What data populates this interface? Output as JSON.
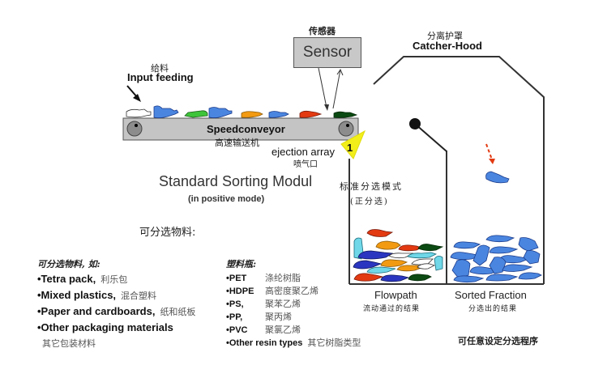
{
  "labels": {
    "input_feeding_zh": "给料",
    "input_feeding": "Input feeding",
    "sensor_zh": "传感器",
    "sensor": "Sensor",
    "catcher_hood_zh": "分离护罩",
    "catcher_hood": "Catcher-Hood",
    "conveyor": "Speedconveyor",
    "conveyor_zh": "高速输送机",
    "ejection_array": "ejection array",
    "ejection_number": "1",
    "ejection_zh": "喷气口",
    "module_title": "Standard Sorting Modul",
    "module_subtitle": "(in positive mode)",
    "module_title_zh": "标准分选模式",
    "module_subtitle_zh": "(正分选)",
    "flowpath": "Flowpath",
    "flowpath_zh": "流动通过的结果",
    "sorted_fraction": "Sorted Fraction",
    "sorted_fraction_zh": "分选出的结果",
    "sortable_heading": "可分选物料:",
    "programmable_zh": "可任意设定分选程序"
  },
  "sortable_materials": {
    "heading": "可分选物料, 如:",
    "items": [
      {
        "en": "•Tetra pack,",
        "zh": "利乐包"
      },
      {
        "en": "•Mixed plastics,",
        "zh": "混合塑料"
      },
      {
        "en": "•Paper and cardboards,",
        "zh": "纸和纸板"
      },
      {
        "en": "•Other packaging materials",
        "zh": ""
      }
    ],
    "footer_zh": "其它包装材料"
  },
  "plastic_bottles": {
    "heading": "塑料瓶:",
    "items": [
      {
        "en": "•PET",
        "zh": "涤纶树脂"
      },
      {
        "en": "•HDPE",
        "zh": "高密度聚乙烯"
      },
      {
        "en": "•PS,",
        "zh": "聚苯乙烯"
      },
      {
        "en": "•PP,",
        "zh": "聚丙烯"
      },
      {
        "en": "•PVC",
        "zh": "聚氯乙烯"
      },
      {
        "en": "•Other resin types",
        "zh": "其它树脂类型"
      }
    ]
  },
  "colors": {
    "conveyor": "#c4c4c4",
    "sensor_box": "#c8c8c8",
    "ejection_arrow": "#f2ee1a",
    "bottle_blue": "#4a86e0",
    "bottle_green": "#3ec43a",
    "bottle_orange": "#f29a12",
    "bottle_red": "#e33a12",
    "bottle_darkgreen": "#0b4a12",
    "bottle_navy": "#2a36c0",
    "bottle_cyan": "#6fd7e8"
  }
}
